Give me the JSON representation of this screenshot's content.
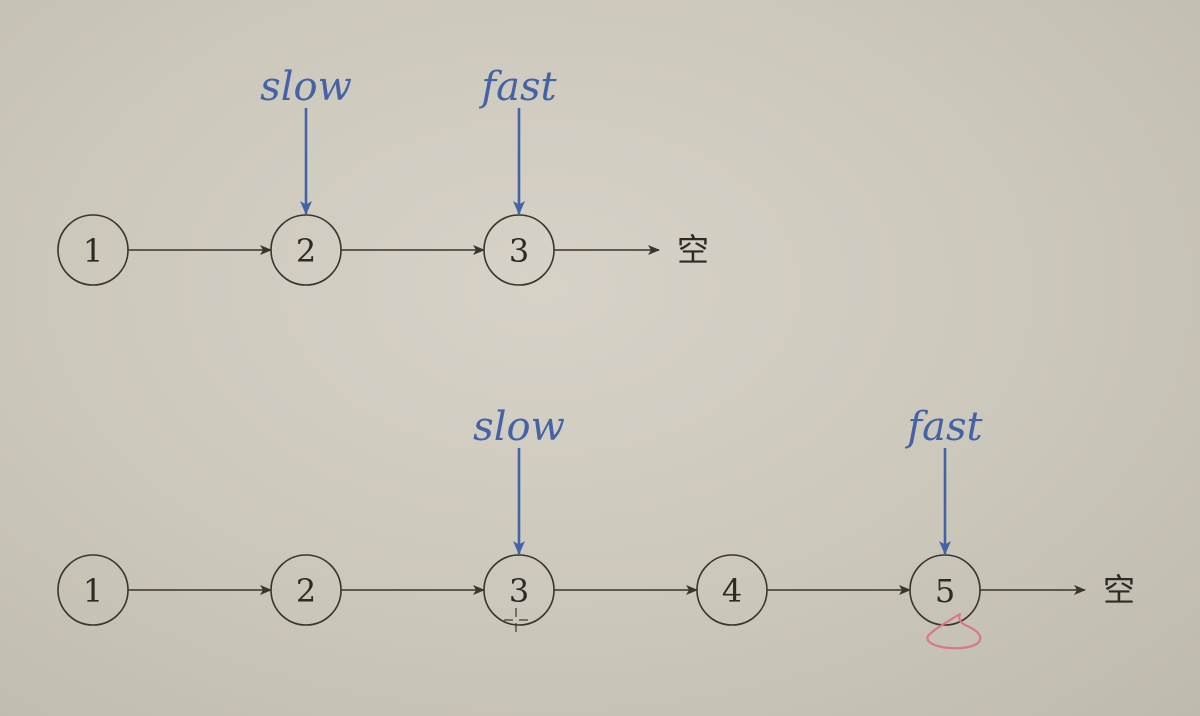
{
  "diagrams": [
    {
      "nodes": [
        "1",
        "2",
        "3"
      ],
      "null_label": "空",
      "slow": {
        "label": "slow",
        "node_index": 1
      },
      "fast": {
        "label": "fast",
        "node_index": 2
      }
    },
    {
      "nodes": [
        "1",
        "2",
        "3",
        "4",
        "5"
      ],
      "null_label": "空",
      "slow": {
        "label": "slow",
        "node_index": 2
      },
      "fast": {
        "label": "fast",
        "node_index": 4
      }
    }
  ],
  "colors": {
    "pointer": "#4463a6",
    "node_stroke": "#3a352d",
    "annotation": "#d8788a"
  }
}
